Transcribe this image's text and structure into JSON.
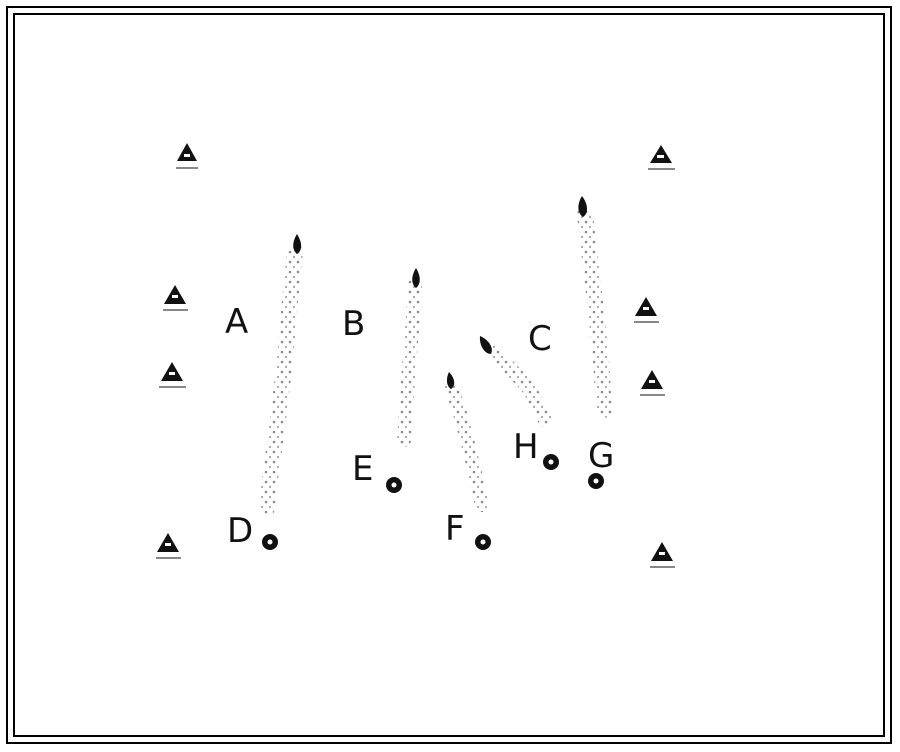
{
  "diagram": {
    "labels": {
      "A": "A",
      "B": "B",
      "C": "C",
      "D": "D",
      "E": "E",
      "F": "F",
      "G": "G",
      "H": "H"
    },
    "colors": {
      "ink": "#111111",
      "trail": "#9a9a9a",
      "background": "#ffffff"
    },
    "icons": {
      "station": "triangle-marker-icon",
      "source": "teardrop-icon",
      "end": "filled-circle-icon"
    }
  }
}
